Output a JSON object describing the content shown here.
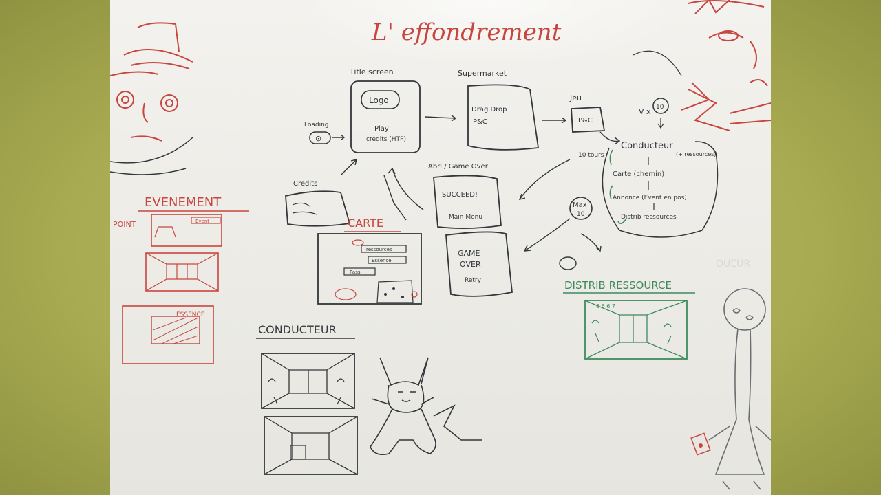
{
  "title": "L' effondrement",
  "screens": {
    "title_screen": {
      "label": "Title screen",
      "logo": "Logo",
      "play": "Play",
      "credits_htp": "credits (HTP)"
    },
    "supermarket": {
      "label": "Supermarket",
      "line1": "Drag Drop",
      "line2": "P&C"
    },
    "jeu": {
      "label": "Jeu",
      "box": "P&C"
    },
    "loading": {
      "label": "Loading",
      "icon_text": "⊙"
    },
    "credits": {
      "label": "Credits"
    },
    "abri_gameover": {
      "label": "Abri / Game Over",
      "succeed": "SUCCEED!",
      "main_menu": "Main Menu",
      "game": "GAME",
      "over": "OVER",
      "retry": "Retry"
    }
  },
  "flow": {
    "ten_tours": "10 tours",
    "vx": "V x",
    "ten_badge": "10",
    "conducteur": "Conducteur",
    "ressources_note": "(+ ressources)",
    "carte_chemin": "Carte (chemin)",
    "annonce": "Annonce (Event en pos)",
    "distrib": "Distrib ressources",
    "max": "Max",
    "max_value": "10"
  },
  "sections": {
    "evenement": "EVENEMENT",
    "point": "POINT",
    "evenement_panel_text": "Event",
    "essence": "ESSENCE",
    "carte": "CARTE",
    "carte_btn1": "ressources",
    "carte_btn2": "Essence",
    "carte_btn3": "Pass",
    "conducteur": "CONDUCTEUR",
    "distrib_ressource": "DISTRIB RESSOURCE",
    "distrib_counts": "6  6  6  7",
    "ghost_text": "OUEUR"
  },
  "colors": {
    "marker_black": "#33363a",
    "marker_red": "#c8463f",
    "marker_green": "#3e8a5c",
    "board": "#efeee9"
  }
}
